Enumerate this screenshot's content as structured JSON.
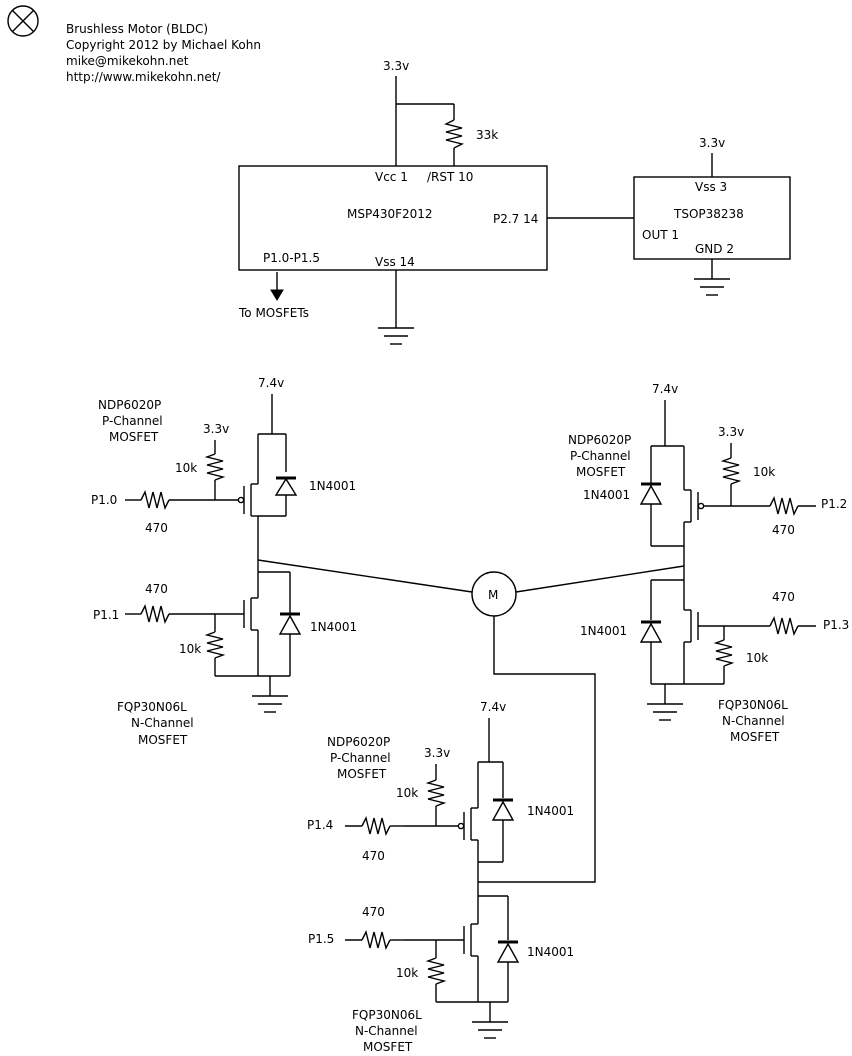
{
  "header": {
    "line1": "Brushless Motor (BLDC)",
    "line2": "Copyright 2012 by Michael Kohn",
    "line3": "mike@mikekohn.net",
    "line4": "http://www.mikekohn.net/"
  },
  "mcu": {
    "name": "MSP430F2012",
    "vcc": "Vcc 1",
    "rst": "/RST 10",
    "p27": "P2.7 14",
    "pbus": "P1.0-P1.5",
    "vss": "Vss 14",
    "supply": "3.3v",
    "pullup": "33k",
    "to_mosfets": "To MOSFETs"
  },
  "ir": {
    "name": "TSOP38238",
    "vss": "Vss 3",
    "out": "OUT 1",
    "gnd": "GND 2",
    "supply": "3.3v"
  },
  "motor": {
    "label": "M"
  },
  "left_bridge": {
    "vsupply": "7.4v",
    "p_name": "NDP6020P",
    "p_type": "P-Channel",
    "p_mosfet": "MOSFET",
    "v33": "3.3v",
    "pull10k_top": "10k",
    "pin_top": "P1.0",
    "r470_top": "470",
    "diode_top": "1N4001",
    "r470_bot": "470",
    "pin_bot": "P1.1",
    "pull10k_bot": "10k",
    "diode_bot": "1N4001",
    "n_name": "FQP30N06L",
    "n_type": "N-Channel",
    "n_mosfet": "MOSFET"
  },
  "right_bridge": {
    "vsupply": "7.4v",
    "p_name": "NDP6020P",
    "p_type": "P-Channel",
    "p_mosfet": "MOSFET",
    "v33": "3.3v",
    "pull10k_top": "10k",
    "pin_top": "P1.2",
    "r470_top": "470",
    "diode_top": "1N4001",
    "r470_bot": "470",
    "pin_bot": "P1.3",
    "pull10k_bot": "10k",
    "diode_bot": "1N4001",
    "n_name": "FQP30N06L",
    "n_type": "N-Channel",
    "n_mosfet": "MOSFET"
  },
  "bottom_bridge": {
    "vsupply": "7.4v",
    "p_name": "NDP6020P",
    "p_type": "P-Channel",
    "p_mosfet": "MOSFET",
    "v33": "3.3v",
    "pull10k_top": "10k",
    "pin_top": "P1.4",
    "r470_top": "470",
    "diode_top": "1N4001",
    "r470_bot": "470",
    "pin_bot": "P1.5",
    "pull10k_bot": "10k",
    "diode_bot": "1N4001",
    "n_name": "FQP30N06L",
    "n_type": "N-Channel",
    "n_mosfet": "MOSFET"
  }
}
